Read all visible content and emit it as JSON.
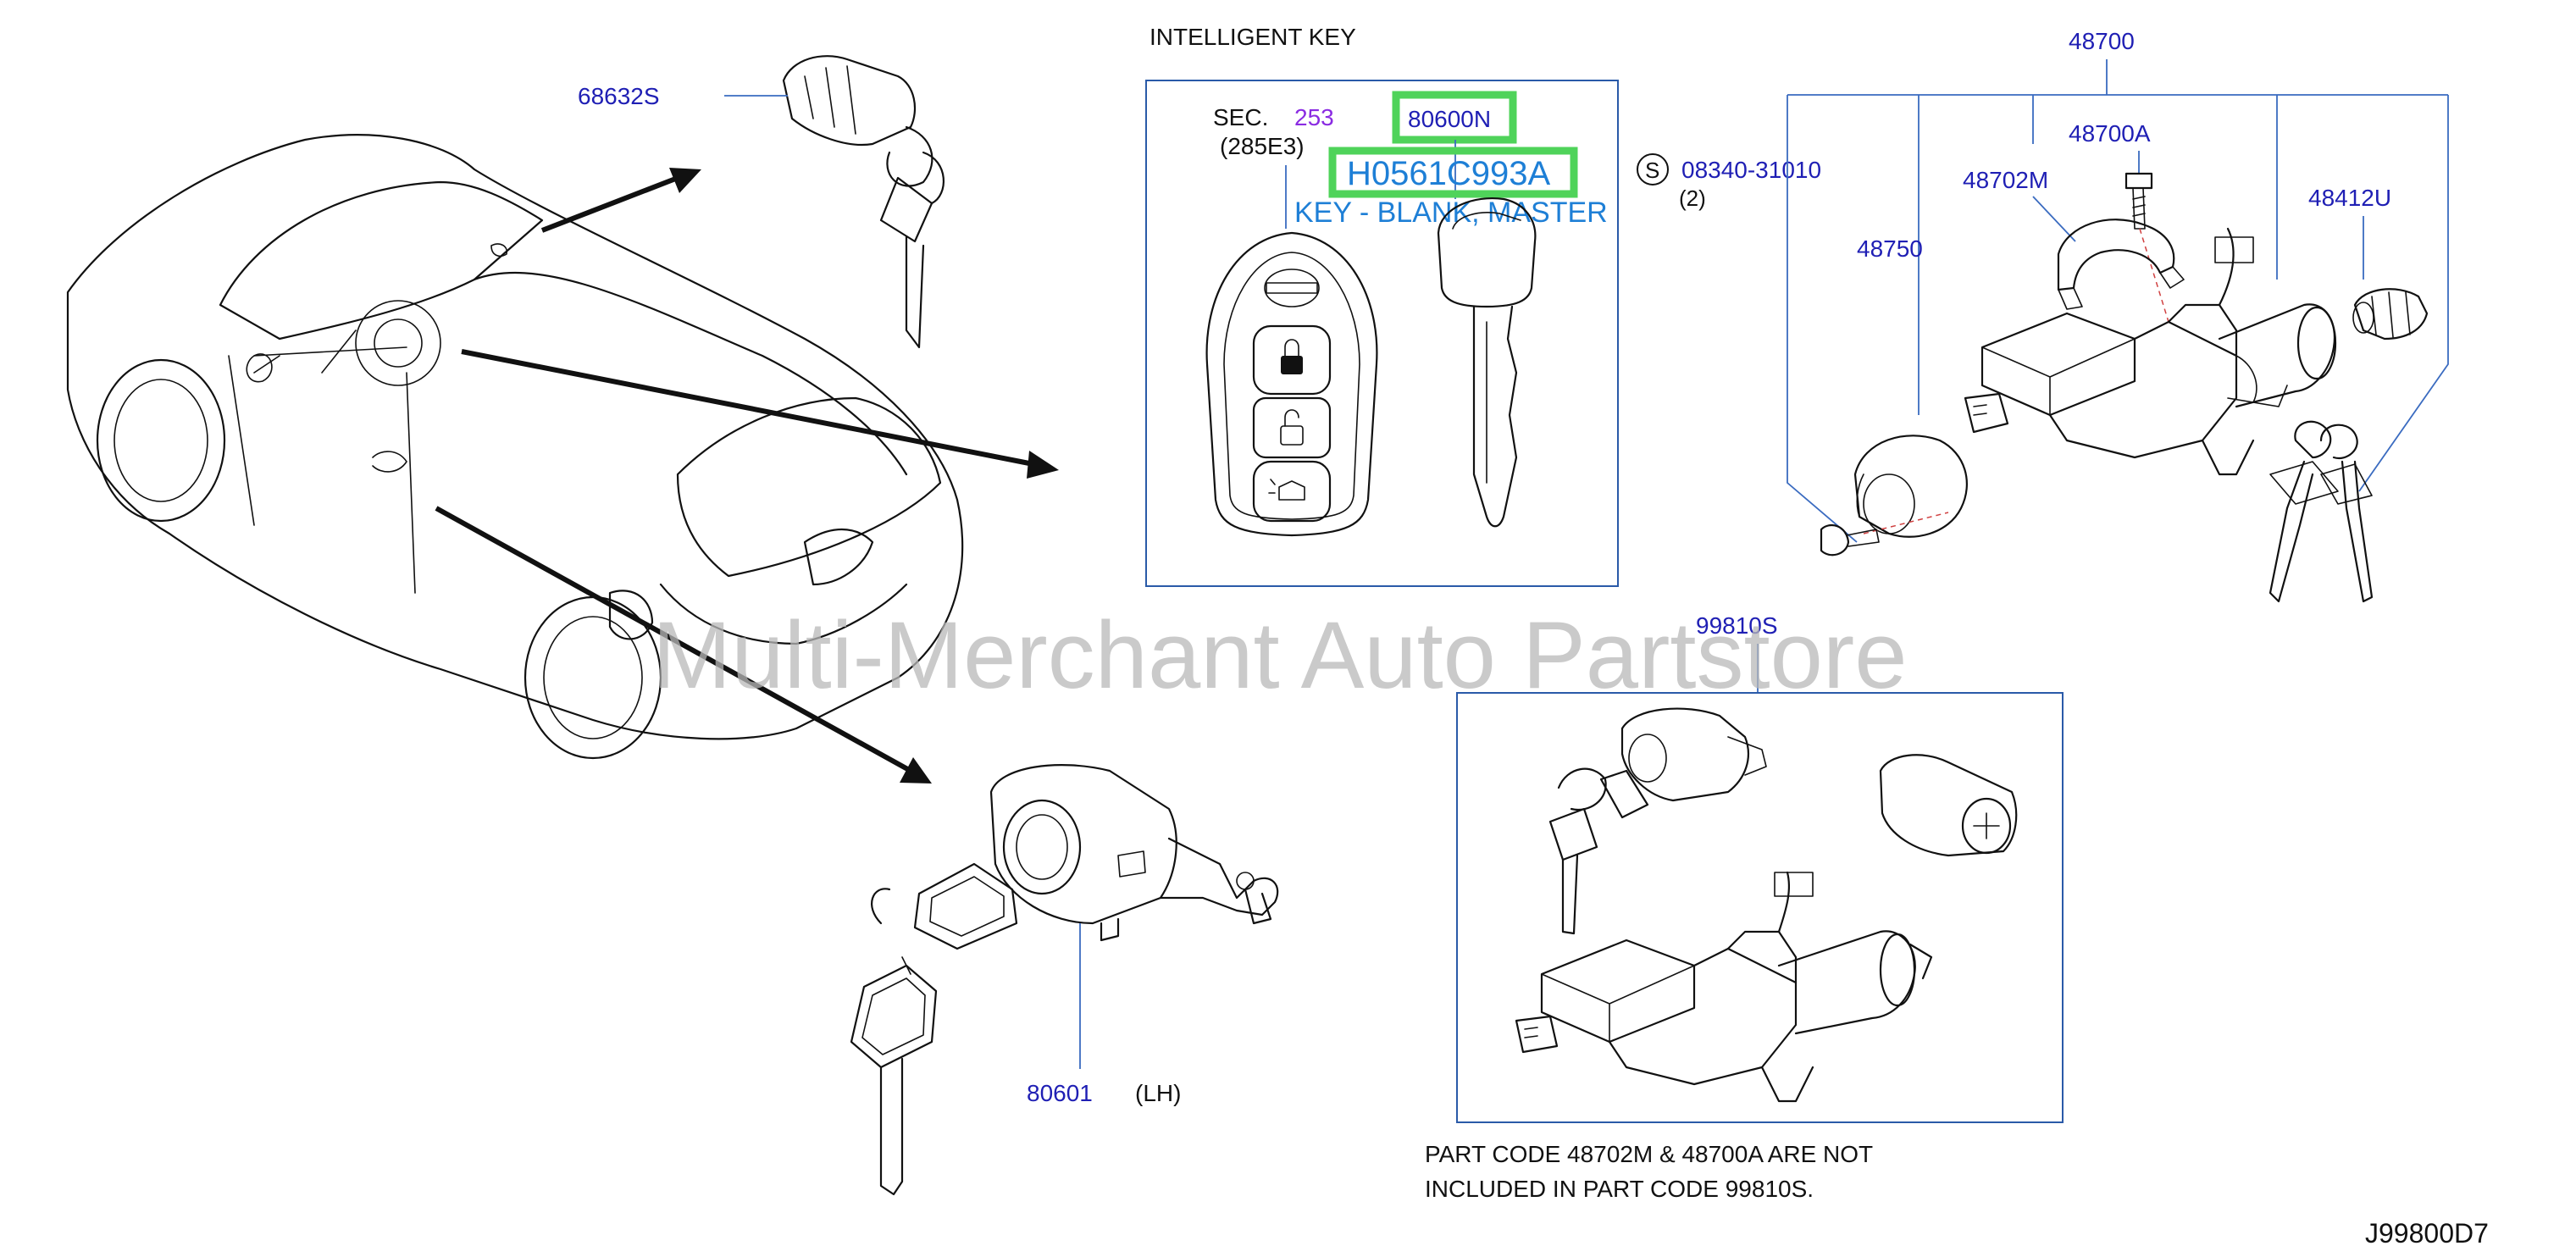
{
  "header": {
    "intelligent_key": "INTELLIGENT   KEY"
  },
  "labels": {
    "p68632s": "68632S",
    "sec": "SEC.",
    "sec_num": "253",
    "sec_sub": "(285E3)",
    "p80600n": "80600N",
    "h0561": "H0561C993A",
    "key_blank": "KEY - BLANK, MASTER",
    "s_mark": "S",
    "p08340": "08340-31010",
    "qty2": "(2)",
    "p48700": "48700",
    "p48700a": "48700A",
    "p48702m": "48702M",
    "p48412u": "48412U",
    "p48750": "48750",
    "p99810s": "99810S",
    "p80601": "80601",
    "lh": "(LH)",
    "note_line1": "PART   CODE   48702M   &   48700A   ARE   NOT",
    "note_line2": "INCLUDED   IN   PART   CODE   99810S.",
    "diagram_code": "J99800D7",
    "watermark": "Multi-Merchant Auto Partstore"
  },
  "colors": {
    "part_label": "#1f1fb4",
    "section_ref": "#8a2be2",
    "highlight_box": "#4fd35a",
    "callout_text": "#1e7fd6"
  }
}
